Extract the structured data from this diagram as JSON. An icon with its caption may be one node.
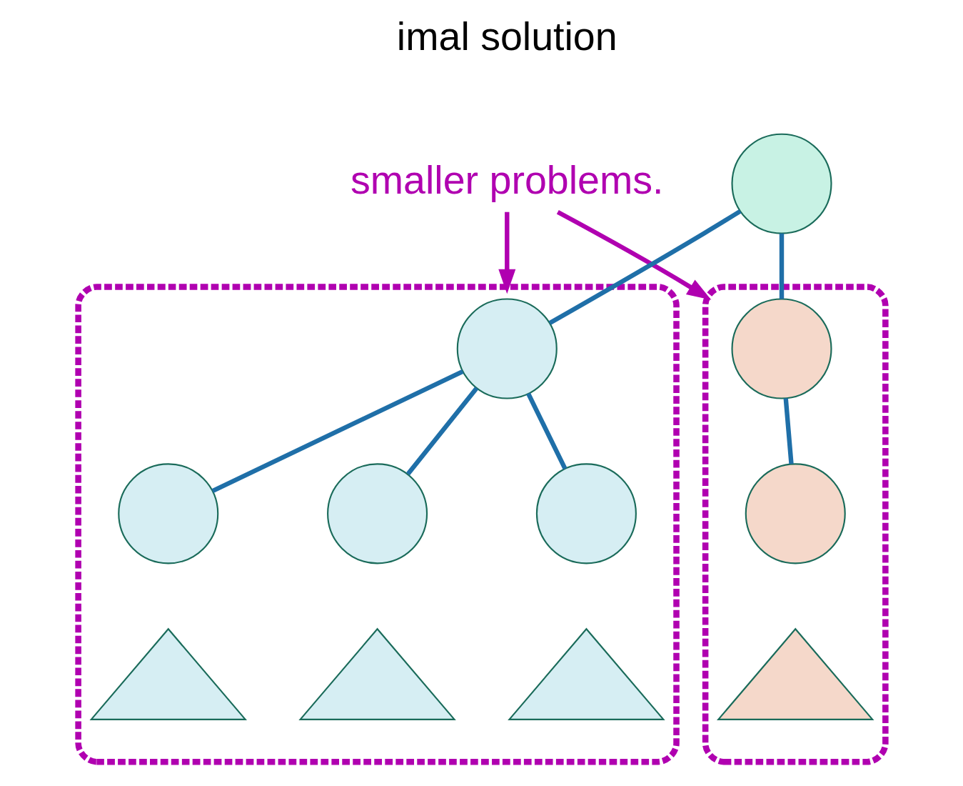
{
  "diagram": {
    "nodes": [
      {
        "text": [
          "smaller problems."
        ]
      },
      {
        "text": [],
        "shape": "circle"
      },
      {
        "text": [],
        "shape": "cloud"
      },
      {
        "text": [],
        "shape": "circle",
        "in": 2
      },
      {
        "text": [],
        "shape": "circle",
        "in": 2
      },
      {
        "text": [],
        "shape": "circle",
        "in": 2
      },
      {
        "text": [],
        "shape": "circle",
        "in": 2
      },
      {
        "text": [],
        "shape": "triangle",
        "in": 2
      },
      {
        "text": [],
        "shape": "triangle",
        "in": 2
      },
      {
        "text": [],
        "shape": "triangle",
        "in": 2
      },
      {
        "text": [],
        "shape": "cloud"
      },
      {
        "text": [],
        "shape": "circle",
        "in": 10
      },
      {
        "text": [],
        "shape": "circle",
        "in": 10
      },
      {
        "text": [],
        "shape": "triangle",
        "in": 10
      }
    ],
    "edges": [
      {
        "from": 1,
        "to": 3,
        "arrow": "none"
      },
      {
        "from": 1,
        "to": 11,
        "arrow": "none"
      },
      {
        "from": 3,
        "to": 4,
        "arrow": "none"
      },
      {
        "from": 3,
        "to": 5,
        "arrow": "none"
      },
      {
        "from": 3,
        "to": 6,
        "arrow": "none"
      },
      {
        "from": 11,
        "to": 12,
        "arrow": "none"
      },
      {
        "from": 0,
        "to": 2,
        "arrow": "to",
        "color": "#b000b0"
      },
      {
        "from": 0,
        "to": 10,
        "arrow": "to",
        "color": "#b000b0"
      }
    ],
    "labels": [
      "imal solution"
    ]
  }
}
